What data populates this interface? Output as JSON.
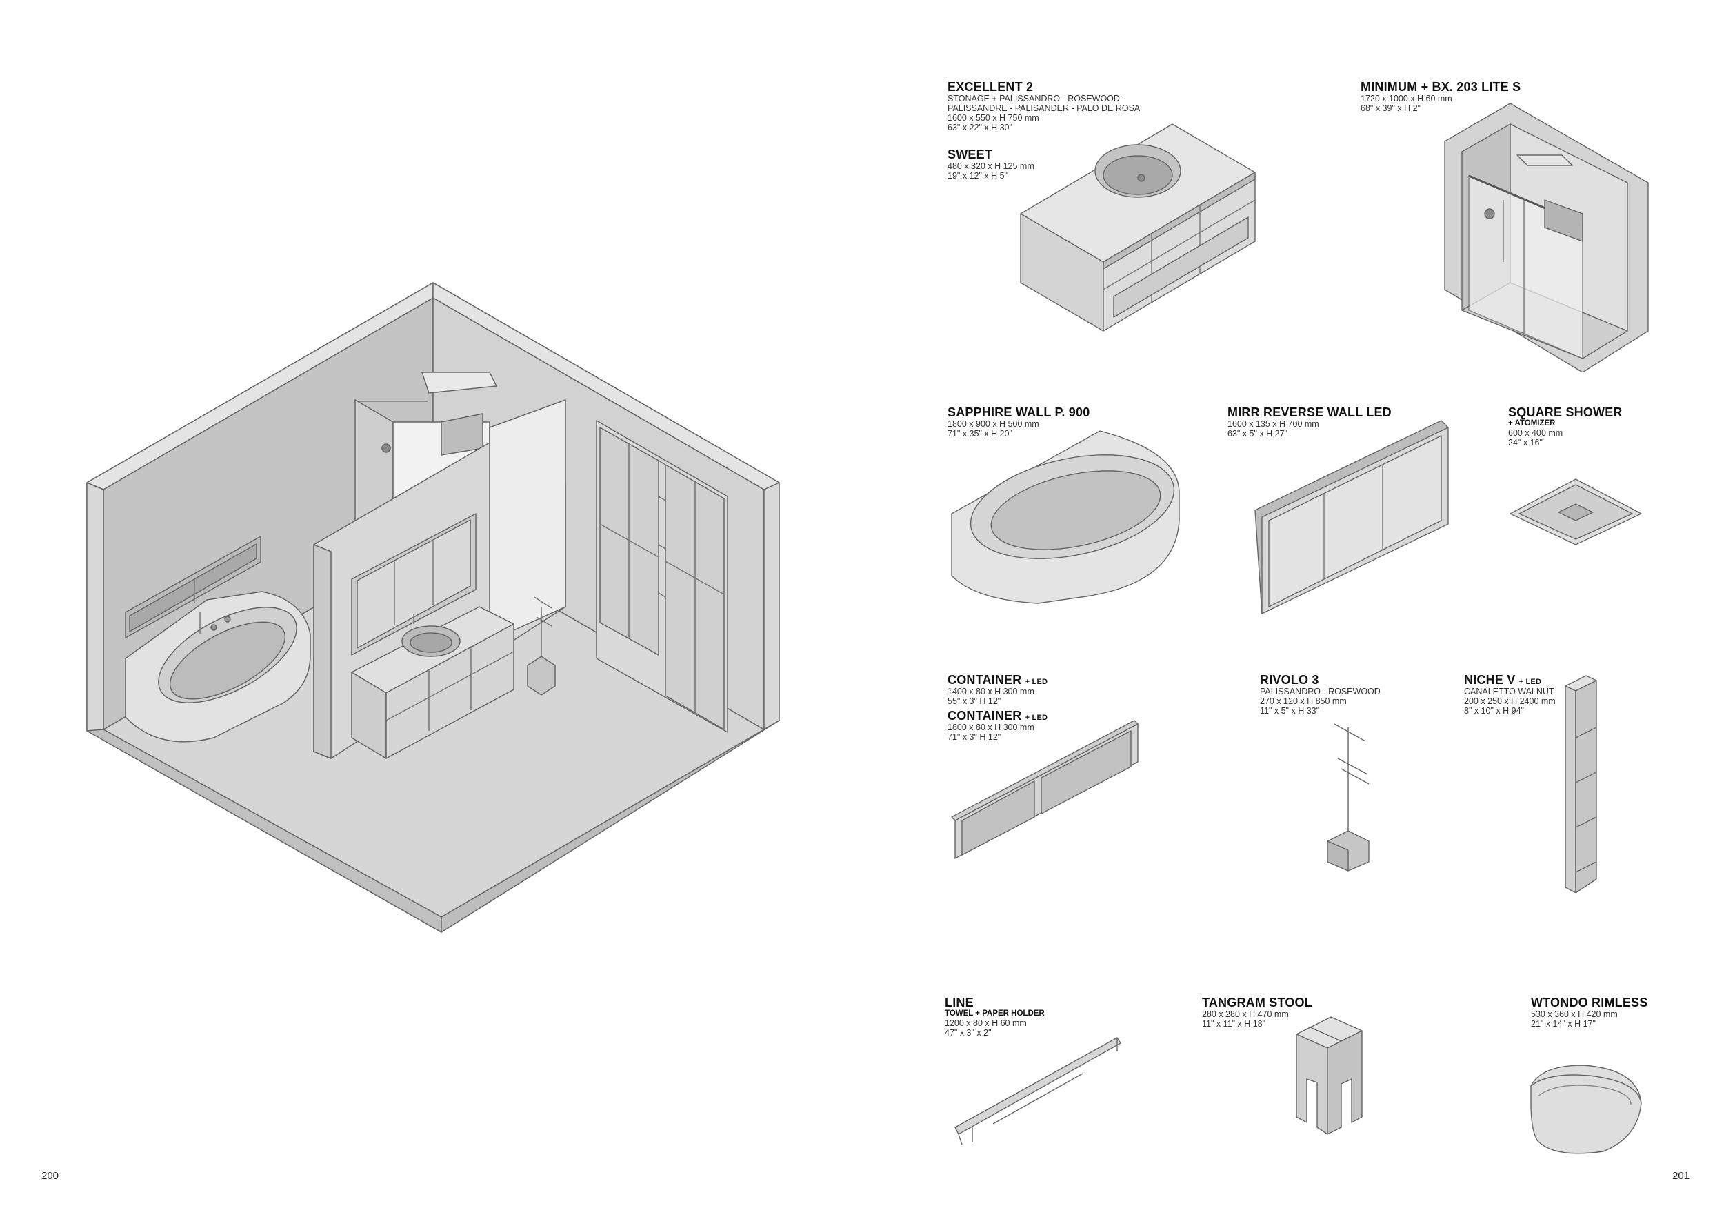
{
  "page_numbers": {
    "left": "200",
    "right": "201"
  },
  "products": {
    "excellent": {
      "title": "EXCELLENT 2",
      "lines": [
        "STONAGE + PALISSANDRO - ROSEWOOD -",
        "PALISSANDRE - PALISANDER - PALO DE ROSA",
        "1600 x 550 x H 750 mm",
        "63\" x 22\" x H 30\""
      ]
    },
    "sweet": {
      "title": "SWEET",
      "lines": [
        "480 x 320 x H 125 mm",
        "19\" x 12\" x H 5\""
      ]
    },
    "minimum": {
      "title": "MINIMUM + BX. 203 LITE S",
      "lines": [
        "1720 x 1000 x H 60 mm",
        "68\" x 39\" x H 2\""
      ]
    },
    "sapphire": {
      "title": "SAPPHIRE WALL P. 900",
      "lines": [
        "1800 x 900 x H 500 mm",
        "71\" x 35\" x H 20\""
      ]
    },
    "mirr": {
      "title": "MIRR REVERSE WALL LED",
      "lines": [
        "1600 x 135 x H 700 mm",
        "63\" x 5\" x H 27\""
      ]
    },
    "square": {
      "title": "SQUARE SHOWER",
      "sub": "+ ATOMIZER",
      "lines": [
        "600 x 400 mm",
        "24\" x 16\""
      ]
    },
    "container1": {
      "title": "CONTAINER",
      "suffix": "+ LED",
      "lines": [
        "1400 x 80 x H 300 mm",
        "55\" x 3\" H 12\""
      ]
    },
    "container2": {
      "title": "CONTAINER",
      "suffix": "+ LED",
      "lines": [
        "1800 x 80 x H 300 mm",
        "71\" x 3\" H 12\""
      ]
    },
    "rivolo": {
      "title": "RIVOLO 3",
      "lines": [
        "PALISSANDRO - ROSEWOOD",
        "270 x 120 x H 850 mm",
        "11\" x 5\" x H 33\""
      ]
    },
    "niche": {
      "title": "NICHE V",
      "suffix": "+ LED",
      "lines": [
        "CANALETTO WALNUT",
        "200 x 250 x H 2400 mm",
        "8\" x 10\" x H 94\""
      ]
    },
    "line": {
      "title": "LINE",
      "sub": "TOWEL + PAPER HOLDER",
      "lines": [
        "1200 x 80 x H 60 mm",
        "47\" x 3\" x 2\""
      ]
    },
    "tangram": {
      "title": "TANGRAM STOOL",
      "lines": [
        "280 x 280 x H 470 mm",
        "11\" x 11\" x H 18\""
      ]
    },
    "wtondo": {
      "title": "WTONDO RIMLESS",
      "lines": [
        "530 x 360 x H 420 mm",
        "21\" x 14\" x H 17\""
      ]
    }
  },
  "colors": {
    "fill": "#dcdcdc",
    "fill_dark": "#c8c8c8",
    "fill_light": "#ececec",
    "stroke": "#555555"
  }
}
